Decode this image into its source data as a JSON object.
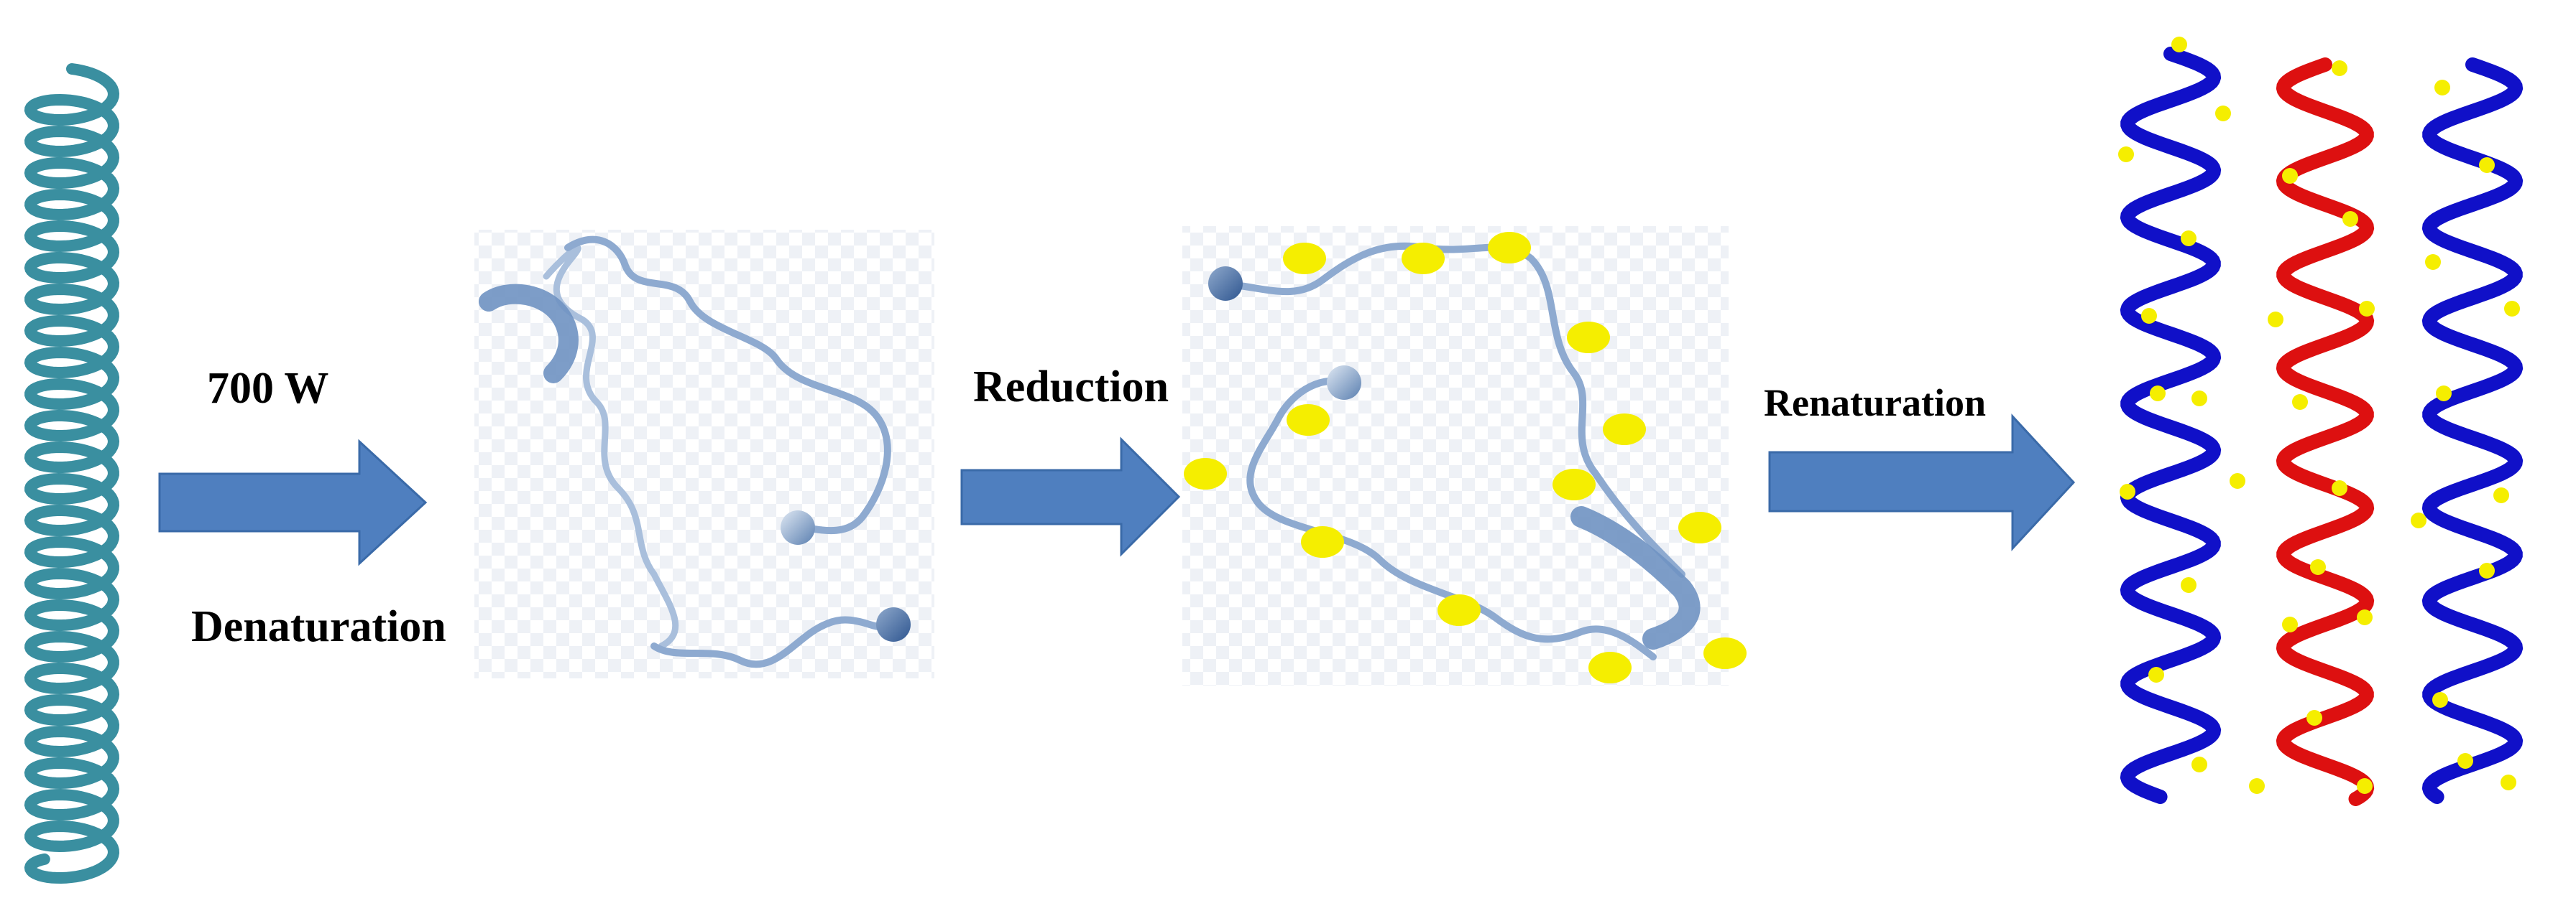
{
  "labels": {
    "power": "700 W",
    "denaturation": "Denaturation",
    "reduction": "Reduction",
    "renaturation": "Renaturation"
  },
  "colors": {
    "native_helix": "#3a8fa0",
    "random_coil": "#7fa3c8",
    "coil_end_ball": "#4a72a8",
    "arrow_fill": "#4f7fbf",
    "arrow_stroke": "#3a6aa8",
    "binding_dot": "#f5ee00",
    "renatured_helix_outer": "#1010c8",
    "renatured_helix_middle": "#dd1010",
    "checker_background": "#eef1f6"
  },
  "icons": [
    "native-helix-icon",
    "random-coil-icon",
    "reduced-coil-icon",
    "triple-helix-icon",
    "arrow-right-icon"
  ]
}
